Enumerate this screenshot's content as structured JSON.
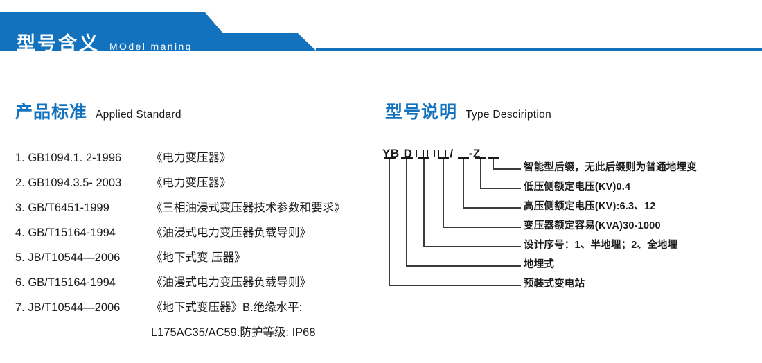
{
  "banner": {
    "title_cn": "型号含义",
    "title_en": "MOdel maning",
    "color": "#1272bd"
  },
  "sections": {
    "standard": {
      "heading_cn": "产品标准",
      "heading_en": "Applied Standard",
      "items": [
        {
          "code": "1. GB1094.1. 2-1996",
          "name": "《电力变压器》"
        },
        {
          "code": "2. GB1094.3.5- 2003",
          "name": "《电力变压器》"
        },
        {
          "code": "3. GB/T6451-1999",
          "name": "《三相油浸式变压器技术参数和要求》"
        },
        {
          "code": "4. GB/T15164-1994",
          "name": "《油浸式电力变压器负载导则》"
        },
        {
          "code": "5. JB/T10544—2006",
          "name": "《地下式变 压器》"
        },
        {
          "code": "6. GB/T15164-1994",
          "name": "《油漫式电力变压器负载导则》"
        },
        {
          "code": "7. JB/T10544—2006",
          "name": "《地下式变压器》B.绝缘水平:"
        },
        {
          "code": "",
          "name": "L175AC35/AC59.防护等级: IP68",
          "continuation": true
        }
      ]
    },
    "type": {
      "heading_cn": "型号说明",
      "heading_en": "Type Desciription",
      "model_code": {
        "segments": [
          {
            "kind": "text",
            "text": "YB"
          },
          {
            "kind": "gap"
          },
          {
            "kind": "text",
            "text": "D"
          },
          {
            "kind": "gap"
          },
          {
            "kind": "box"
          },
          {
            "kind": "box"
          },
          {
            "kind": "box"
          },
          {
            "kind": "text",
            "text": "/"
          },
          {
            "kind": "box"
          },
          {
            "kind": "gap"
          },
          {
            "kind": "text",
            "text": "-"
          },
          {
            "kind": "text",
            "text": "Z"
          }
        ],
        "full_text": "YB D □□□/□ - Z"
      },
      "callouts": [
        "智能型后缀，无此后缀则为普通地埋变",
        "低压侧额定电压(KV)0.4",
        "高压侧额定电压(KV):6.3、12",
        "变压器额定容易(KVA)30-1000",
        "设计序号：1、半地埋；2、全地埋",
        "地埋式",
        "预装式变电站"
      ]
    }
  }
}
